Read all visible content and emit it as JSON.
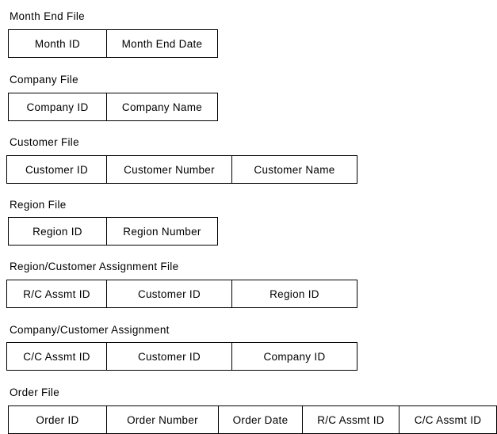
{
  "tables": [
    {
      "title": "Month End File",
      "fields": [
        "Month ID",
        "Month End Date"
      ]
    },
    {
      "title": "Company File",
      "fields": [
        "Company ID",
        "Company Name"
      ]
    },
    {
      "title": "Customer File",
      "fields": [
        "Customer ID",
        "Customer Number",
        "Customer Name"
      ]
    },
    {
      "title": "Region File",
      "fields": [
        "Region ID",
        "Region Number"
      ]
    },
    {
      "title": "Region/Customer Assignment File",
      "fields": [
        "R/C Assmt ID",
        "Customer ID",
        "Region ID"
      ]
    },
    {
      "title": "Company/Customer Assignment",
      "fields": [
        "C/C Assmt ID",
        "Customer ID",
        "Company ID"
      ]
    },
    {
      "title": "Order File",
      "fields": [
        "Order ID",
        "Order Number",
        "Order Date",
        "R/C Assmt ID",
        "C/C Assmt ID"
      ]
    }
  ]
}
